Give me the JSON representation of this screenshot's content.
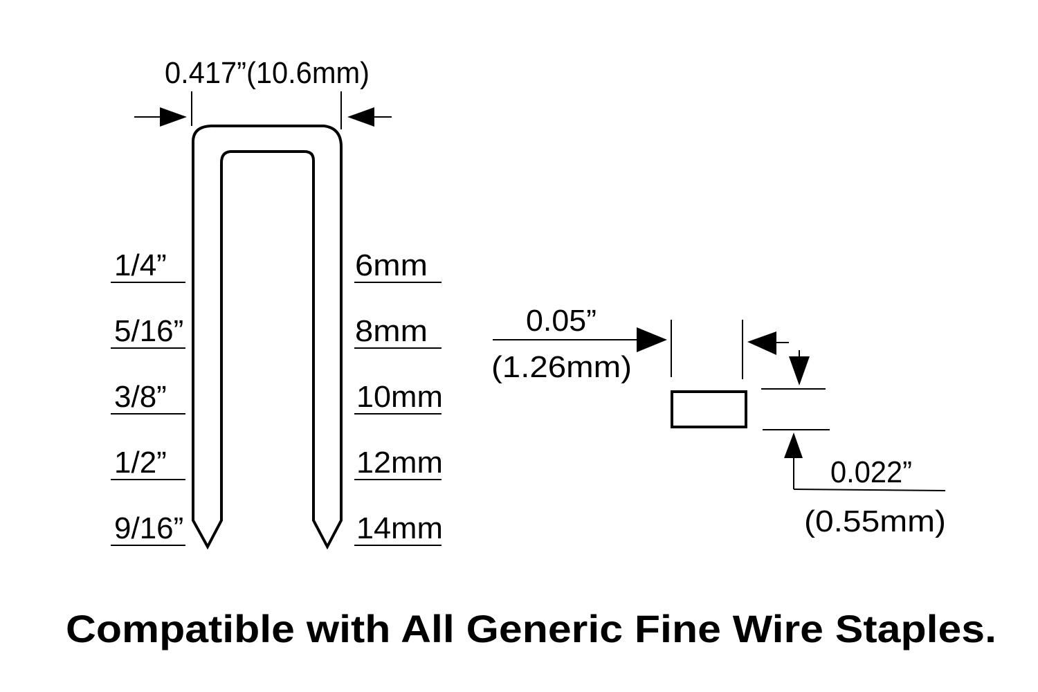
{
  "staple": {
    "crown_width": "0.417”(10.6mm)",
    "leg_lengths_inch": [
      "1/4”",
      "5/16”",
      "3/8”",
      "1/2”",
      "9/16”"
    ],
    "leg_lengths_mm": [
      "6mm",
      "8mm",
      "10mm",
      "12mm",
      "14mm"
    ]
  },
  "cross_section": {
    "width_in": "0.05”",
    "width_mm": "(1.26mm)",
    "thickness_in": "0.022”",
    "thickness_mm": "(0.55mm)"
  },
  "caption": "Compatible with All Generic Fine Wire Staples."
}
